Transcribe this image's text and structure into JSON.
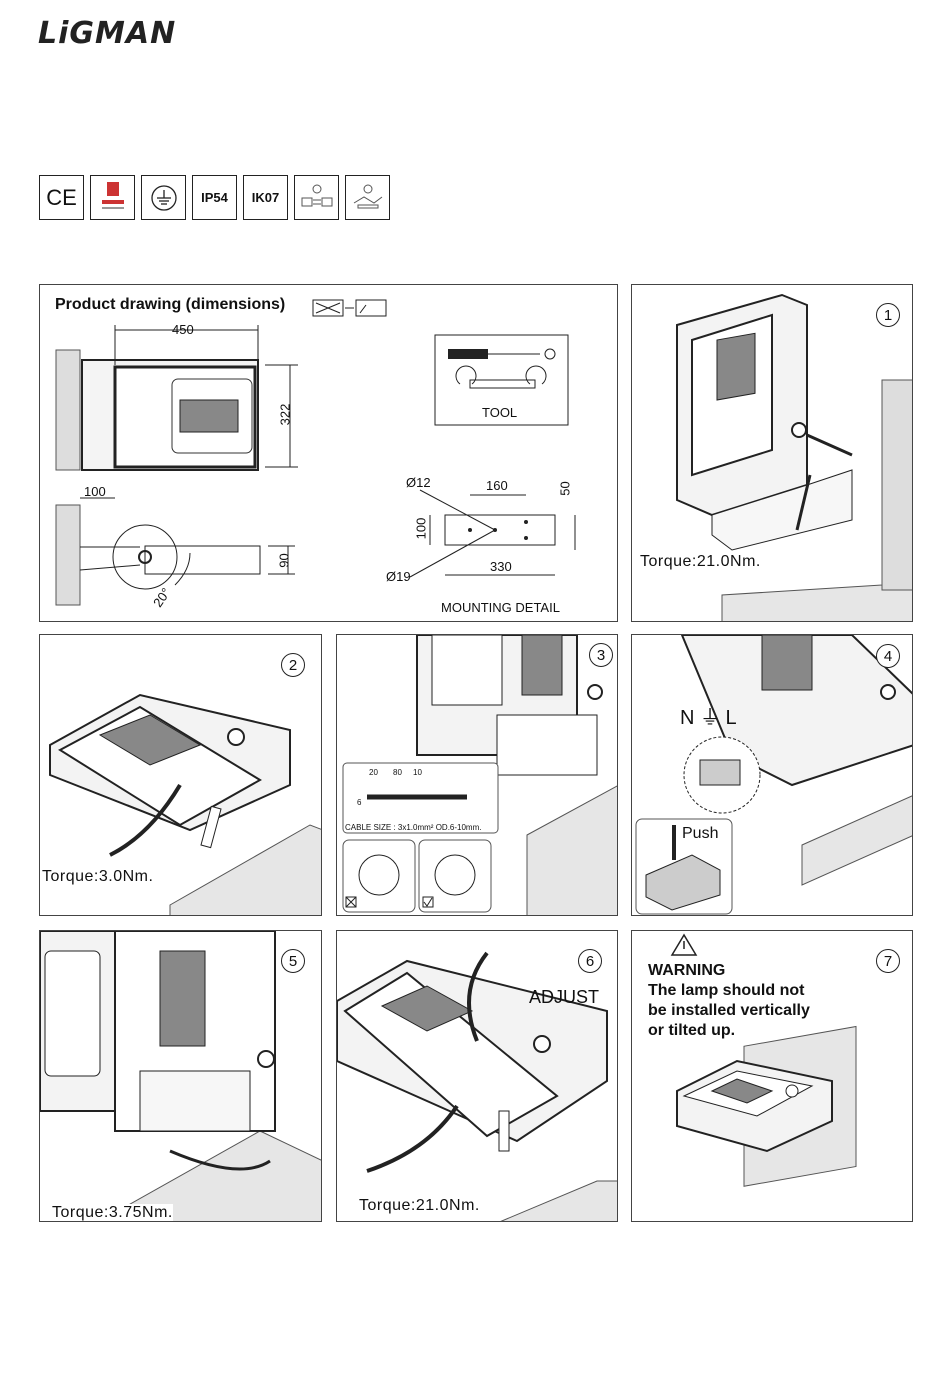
{
  "brand": "LiGMAN",
  "certifications": [
    "CE",
    "",
    "",
    "IP54",
    "IK07",
    "",
    ""
  ],
  "drawing": {
    "title": "Product drawing (dimensions)",
    "dims": {
      "width": "450",
      "height": "322",
      "offset": "100",
      "depth": "90",
      "angle": "20°",
      "hole_small": "Ø12",
      "spacing_top": "160",
      "spacing_v": "50",
      "height_mount": "100",
      "hole_large": "Ø19",
      "length": "330"
    },
    "tool_label": "TOOL",
    "mounting_label": "MOUNTING DETAIL"
  },
  "steps": {
    "s1": {
      "num": "1",
      "torque": "Torque:21.0Nm."
    },
    "s2": {
      "num": "2",
      "torque": "Torque:3.0Nm."
    },
    "s3": {
      "num": "3",
      "strip": [
        "20",
        "80",
        "10",
        "6"
      ],
      "cable": "CABLE SIZE : 3x1.0mm²   OD.6-10mm."
    },
    "s4": {
      "num": "4",
      "terminal": "N ⏚ L",
      "push": "Push"
    },
    "s5": {
      "num": "5",
      "torque": "Torque:3.75Nm."
    },
    "s6": {
      "num": "6",
      "adjust": "ADJUST",
      "torque": "Torque:21.0Nm."
    },
    "s7": {
      "num": "7",
      "warning_title": "WARNING",
      "warning_text": [
        "The lamp should not",
        "be installed vertically",
        "or tilted up."
      ]
    }
  }
}
